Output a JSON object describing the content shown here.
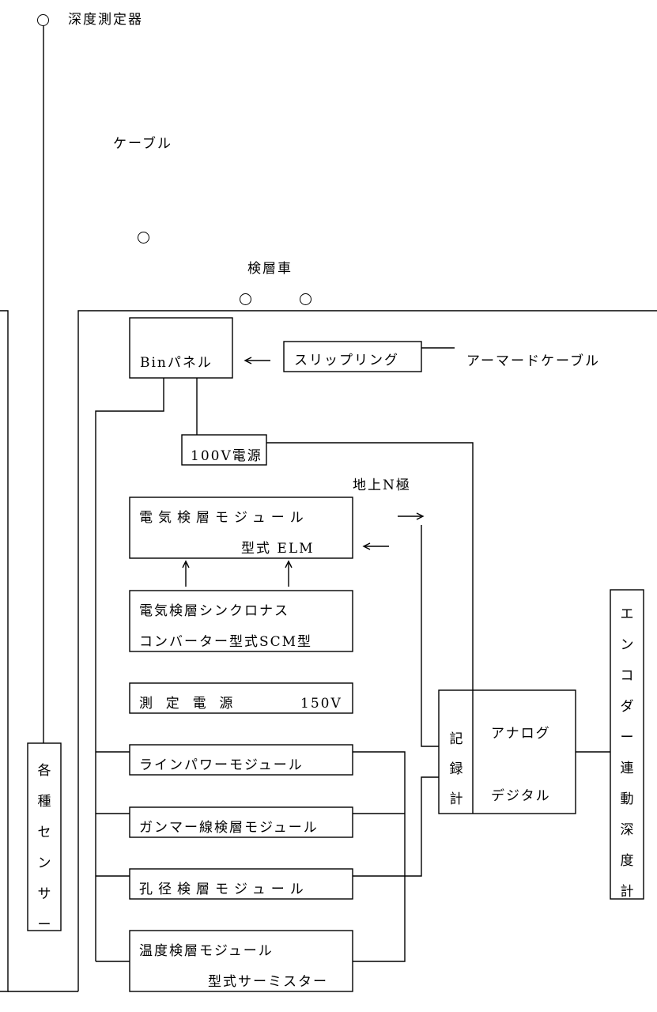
{
  "labels": {
    "depth_gauge": "深度測定器",
    "cable": "ケーブル",
    "logging_truck": "検層車",
    "bin_panel": "Binパネル",
    "slip_ring": "スリップリング",
    "armored_cable": "アーマードケーブル",
    "power_100v": "100V電源",
    "ground_n_pole": "地上N極",
    "elm_module_line1": "電気検層モジュール",
    "elm_module_line2": "型式 ELM",
    "scm_line1": "電気検層シンクロナス",
    "scm_line2": "コンバーター型式SCM型",
    "measure_power": "測  定  電  源",
    "measure_power_voltage": "150V",
    "line_power": "ラインパワーモジュール",
    "gamma": "ガンマー線検層モジュール",
    "caliper": "孔径検層モジュール",
    "temp_line1": "温度検層モジュール",
    "temp_line2": "型式サーミスター",
    "recorder": "記録計",
    "analog": "アナログ",
    "digital": "デジタル",
    "encoder": "エンコダー連動深度計",
    "sensors": "各種センサー"
  }
}
